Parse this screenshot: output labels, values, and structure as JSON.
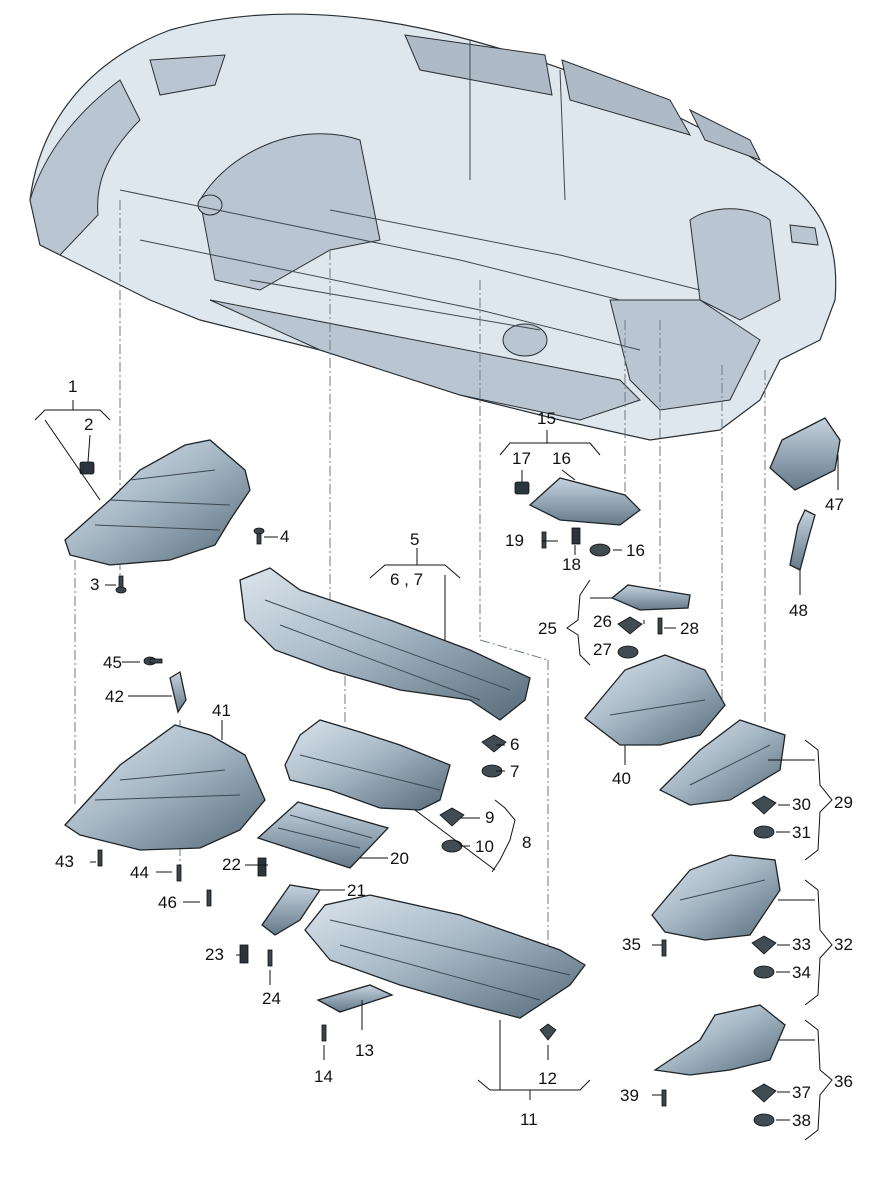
{
  "diagram": {
    "labels": {
      "l1": "1",
      "l2": "2",
      "l3": "3",
      "l4": "4",
      "l5": "5",
      "l67": "6 , 7",
      "l6": "6",
      "l7": "7",
      "l8": "8",
      "l9": "9",
      "l10": "10",
      "l11": "11",
      "l12": "12",
      "l13": "13",
      "l14": "14",
      "l15": "15",
      "l16a": "16",
      "l16b": "16",
      "l17": "17",
      "l18": "18",
      "l19": "19",
      "l20": "20",
      "l21": "21",
      "l22": "22",
      "l23": "23",
      "l24": "24",
      "l25": "25",
      "l26": "26",
      "l27": "27",
      "l28": "28",
      "l29": "29",
      "l30": "30",
      "l31": "31",
      "l32": "32",
      "l33": "33",
      "l34": "34",
      "l35": "35",
      "l36": "36",
      "l37": "37",
      "l38": "38",
      "l39": "39",
      "l40": "40",
      "l41": "41",
      "l42": "42",
      "l43": "43",
      "l44": "44",
      "l45": "45",
      "l46": "46",
      "l47": "47",
      "l48": "48"
    },
    "colors": {
      "panel_light": "#c9d5df",
      "panel_dark": "#5f7383",
      "car_body": "#dfe7ee",
      "outline": "#1d2327"
    }
  }
}
